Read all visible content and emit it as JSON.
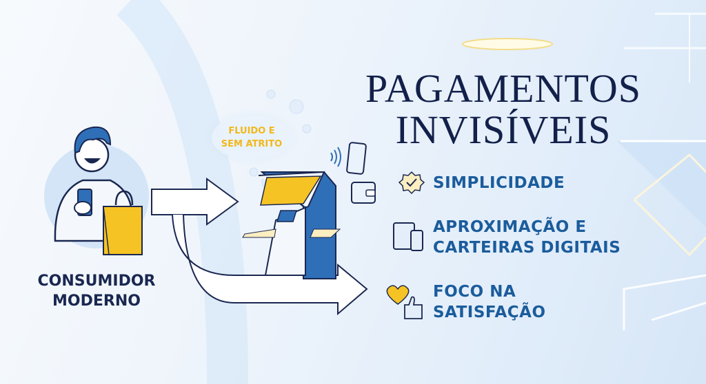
{
  "title": {
    "line1": "PAGAMENTOS",
    "line2": "INVISÍVEIS"
  },
  "bubble": {
    "line1": "FLUIDO E",
    "line2": "SEM ATRITO"
  },
  "consumer": {
    "line1": "CONSUMIDOR",
    "line2": "MODERNO"
  },
  "features": [
    {
      "icon": "check-badge-icon",
      "lines": [
        "SIMPLICIDADE"
      ]
    },
    {
      "icon": "tablet-phone-icon",
      "lines": [
        "APROXIMAÇÃO E",
        "CARTEIRAS DIGITAIS"
      ]
    },
    {
      "icon": "heart-thumbs-up-icon",
      "lines": [
        "FOCO NA",
        "SATISFAÇÃO"
      ]
    }
  ],
  "colors": {
    "navy": "#13204a",
    "blue": "#1b5c9c",
    "yellow": "#f6c324",
    "accent": "#2f6fb8"
  }
}
